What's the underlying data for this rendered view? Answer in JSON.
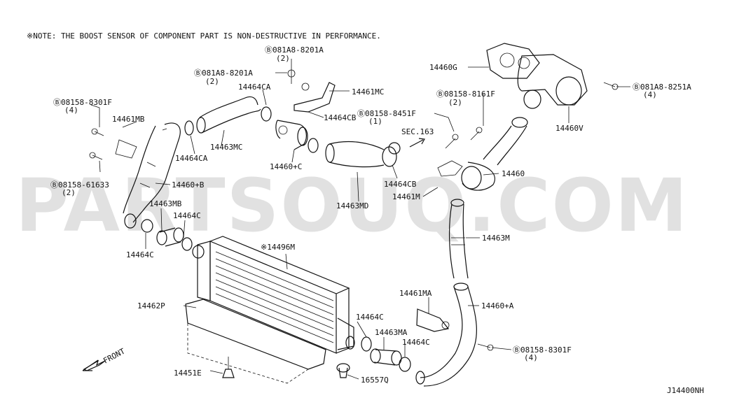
{
  "note": "※NOTE: THE BOOST SENSOR OF COMPONENT PART IS NON-DESTRUCTIVE IN PERFORMANCE.",
  "watermark": "PARTSOUQ.COM",
  "diagram_id": "J14400NH",
  "labels": {
    "l_081a8_8201a_top": "Ⓑ081A8-8201A",
    "l_081a8_8201a_top_qty": "(2)",
    "l_081a8_8201a_mid": "Ⓑ081A8-8201A",
    "l_081a8_8201a_mid_qty": "(2)",
    "l_14464ca_top": "14464CA",
    "l_14461mc": "14461MC",
    "l_14464cb_top": "14464CB",
    "l_08158_8451f": "Ⓑ08158-8451F",
    "l_08158_8451f_qty": "(1)",
    "l_sec163": "SEC.163",
    "l_14460g": "14460G",
    "l_081a8_8251a": "Ⓑ081A8-8251A",
    "l_081a8_8251a_qty": "(4)",
    "l_08158_8161f": "Ⓑ08158-8161F",
    "l_08158_8161f_qty": "(2)",
    "l_14460v": "14460V",
    "l_08158_8301f_left": "Ⓑ08158-8301F",
    "l_08158_8301f_left_qty": "(4)",
    "l_14461mb": "14461MB",
    "l_14463mc": "14463MC",
    "l_14464ca_bottom": "14464CA",
    "l_14460c": "14460+C",
    "l_14460": "14460",
    "l_08158_61633": "Ⓑ08158-61633",
    "l_08158_61633_qty": "(2)",
    "l_14460b": "14460+B",
    "l_14464cb_bottom": "14464CB",
    "l_14461m": "14461M",
    "l_14463md": "14463MD",
    "l_14463mb": "14463MB",
    "l_14464c_left_upper": "14464C",
    "l_14463m": "14463M",
    "l_14464c_left_lower": "14464C",
    "l_14496m": "※14496M",
    "l_14461ma": "14461MA",
    "l_14460a": "14460+A",
    "l_14462p": "14462P",
    "l_14464c_right_upper": "14464C",
    "l_14463ma": "14463MA",
    "l_14464c_right_lower": "14464C",
    "l_08158_8301f_right": "Ⓑ08158-8301F",
    "l_08158_8301f_right_qty": "(4)",
    "l_front": "FRONT",
    "l_14451e": "14451E",
    "l_16557q": "16557Q"
  }
}
